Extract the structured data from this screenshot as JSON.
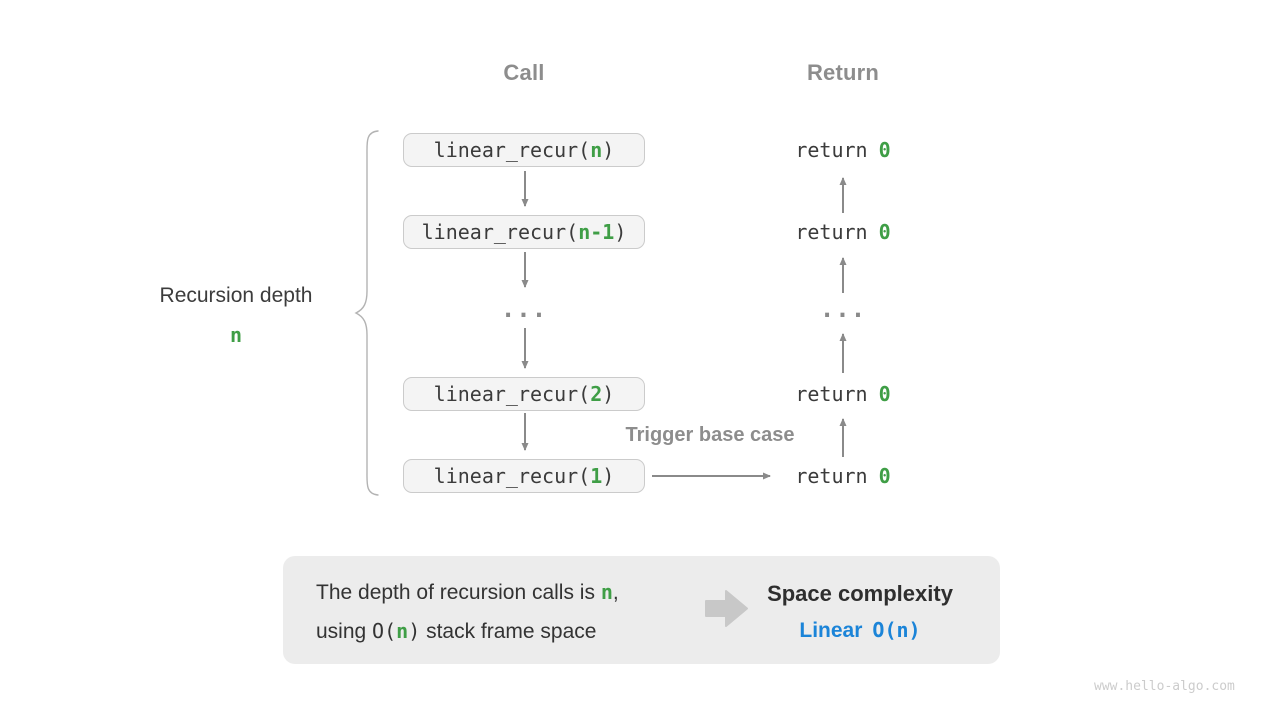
{
  "colors": {
    "green": "#3f9e46",
    "blue": "#1b84d8",
    "gray_label": "#8d8d8d",
    "dark_text": "#3b3b3b",
    "box_fill": "#f4f4f4",
    "box_border": "#cbcbcb",
    "panel_fill": "#ececec",
    "arrow": "#8a8a8a",
    "block_arrow": "#c8c8c8",
    "brace": "#b3b3b3",
    "watermark": "#cccccc"
  },
  "headers": {
    "call": "Call",
    "return": "Return"
  },
  "left_label": {
    "title": "Recursion depth",
    "value": "n"
  },
  "diagram": {
    "rows": [
      {
        "call_pre": "linear_recur(",
        "call_arg": "n",
        "call_close": ")",
        "ret_kw": "return",
        "ret_val": "0"
      },
      {
        "call_pre": "linear_recur(",
        "call_arg": "n-1",
        "call_close": ")",
        "ret_kw": "return",
        "ret_val": "0"
      },
      {
        "ellipsis": "..."
      },
      {
        "call_pre": "linear_recur(",
        "call_arg": "2",
        "call_close": ")",
        "ret_kw": "return",
        "ret_val": "0"
      },
      {
        "call_pre": "linear_recur(",
        "call_arg": "1",
        "call_close": ")",
        "ret_kw": "return",
        "ret_val": "0"
      }
    ],
    "trigger_label": "Trigger base case"
  },
  "summary": {
    "line1_pre": "The depth of recursion calls is ",
    "line1_arg": "n",
    "line1_post": ",",
    "line2_pre": "using ",
    "line2_o_open": "O(",
    "line2_arg": "n",
    "line2_o_close": ")",
    "line2_post": " stack frame space",
    "title": "Space complexity",
    "result_label": "Linear",
    "result_o": "O(n)"
  },
  "watermark": "www.hello-algo.com"
}
